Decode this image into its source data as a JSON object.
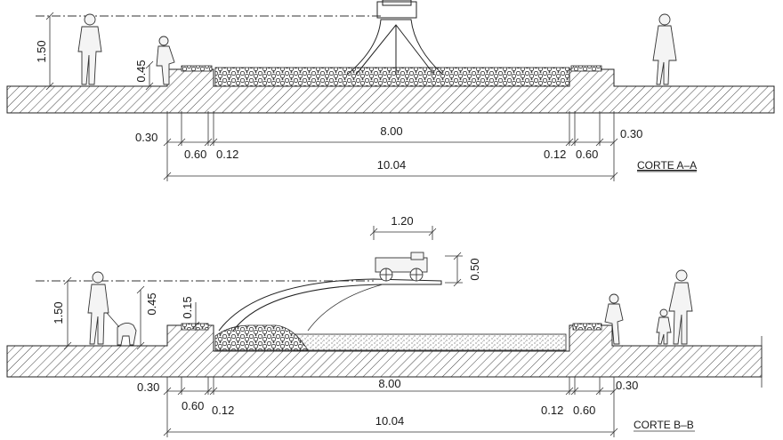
{
  "section_a": {
    "title": "CORTE A–A",
    "dims": {
      "height_person": "1.50",
      "height_wall": "0.45",
      "curb_left": "0.30",
      "ledge_left": "0.60",
      "gap_left": "0.12",
      "pool_width": "8.00",
      "gap_right": "0.12",
      "ledge_right": "0.60",
      "curb_right": "0.30",
      "total_width": "10.04"
    }
  },
  "section_b": {
    "title": "CORTE B–B",
    "dims": {
      "height_person": "1.50",
      "height_wall": "0.45",
      "height_step": "0.15",
      "vehicle_width": "1.20",
      "vehicle_height": "0.50",
      "curb_left": "0.30",
      "ledge_left": "0.60",
      "gap_left": "0.12",
      "pool_width": "8.00",
      "gap_right": "0.12",
      "ledge_right": "0.60",
      "curb_right": "0.30",
      "total_width": "10.04"
    }
  },
  "colors": {
    "line": "#222222",
    "background": "#ffffff"
  }
}
